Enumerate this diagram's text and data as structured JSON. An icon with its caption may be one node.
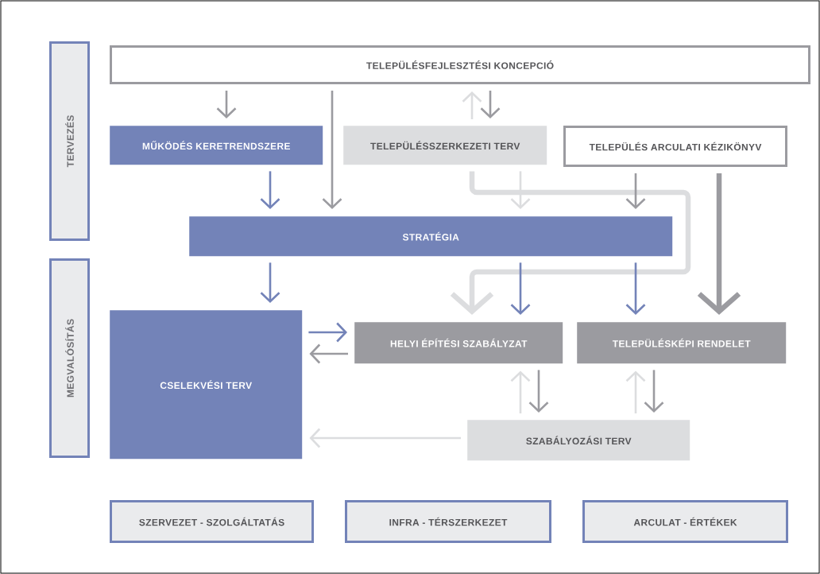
{
  "diagram": {
    "nodes": [
      {
        "text": [
          "TERVEZÉS"
        ]
      },
      {
        "text": [
          "MEGVALÓSÍTÁS"
        ]
      },
      {
        "text": [
          "TELEPÜLÉSFEJLESZTÉSI KONCEPCIÓ"
        ]
      },
      {
        "text": [
          "MŰKÖDÉS KERETRENDSZERE"
        ]
      },
      {
        "text": [
          "TELEPÜLÉSSZERKEZETI TERV"
        ]
      },
      {
        "text": [
          "TELEPÜLÉS ARCULATI KÉZIKÖNYV"
        ]
      },
      {
        "text": [
          "STRATÉGIA"
        ]
      },
      {
        "text": [
          "CSELEKVÉSI TERV"
        ]
      },
      {
        "text": [
          "HELYI ÉPÍTÉSI SZABÁLYZAT"
        ]
      },
      {
        "text": [
          "TELEPÜLÉSKÉPI RENDELET"
        ]
      },
      {
        "text": [
          "SZABÁLYOZÁSI TERV"
        ]
      },
      {
        "text": [
          "SZERVEZET - SZOLGÁLTATÁS"
        ]
      },
      {
        "text": [
          "INFRA - TÉRSZERKEZET"
        ]
      },
      {
        "text": [
          "ARCULAT - ÉRTÉKEK"
        ]
      }
    ],
    "edges": [
      {
        "from": 2,
        "to": 3,
        "arrow": "to"
      },
      {
        "from": 2,
        "to": 6,
        "arrow": "to"
      },
      {
        "from": 4,
        "to": 2,
        "arrow": "to",
        "color": "#dcdddf"
      },
      {
        "from": 2,
        "to": 4,
        "arrow": "to"
      },
      {
        "from": 4,
        "to": 6,
        "arrow": "to",
        "color": "#dcdddf"
      },
      {
        "from": 4,
        "to": 8,
        "arrow": "to",
        "color": "#dcdddf",
        "style": "thick"
      },
      {
        "from": 3,
        "to": 6,
        "arrow": "to",
        "color": "#7383b8"
      },
      {
        "from": 5,
        "to": 6,
        "arrow": "to"
      },
      {
        "from": 5,
        "to": 9,
        "arrow": "to",
        "style": "thick"
      },
      {
        "from": 6,
        "to": 7,
        "arrow": "to",
        "color": "#7383b8"
      },
      {
        "from": 6,
        "to": 8,
        "arrow": "to",
        "color": "#7383b8"
      },
      {
        "from": 6,
        "to": 9,
        "arrow": "to",
        "color": "#7383b8"
      },
      {
        "from": 7,
        "to": 8,
        "arrow": "to",
        "color": "#7383b8"
      },
      {
        "from": 8,
        "to": 7,
        "arrow": "to"
      },
      {
        "from": 10,
        "to": 8,
        "arrow": "to",
        "color": "#dcdddf"
      },
      {
        "from": 8,
        "to": 10,
        "arrow": "to"
      },
      {
        "from": 10,
        "to": 9,
        "arrow": "to",
        "color": "#dcdddf"
      },
      {
        "from": 9,
        "to": 10,
        "arrow": "to"
      },
      {
        "from": 10,
        "to": 7,
        "arrow": "to",
        "color": "#dcdddf"
      }
    ]
  }
}
